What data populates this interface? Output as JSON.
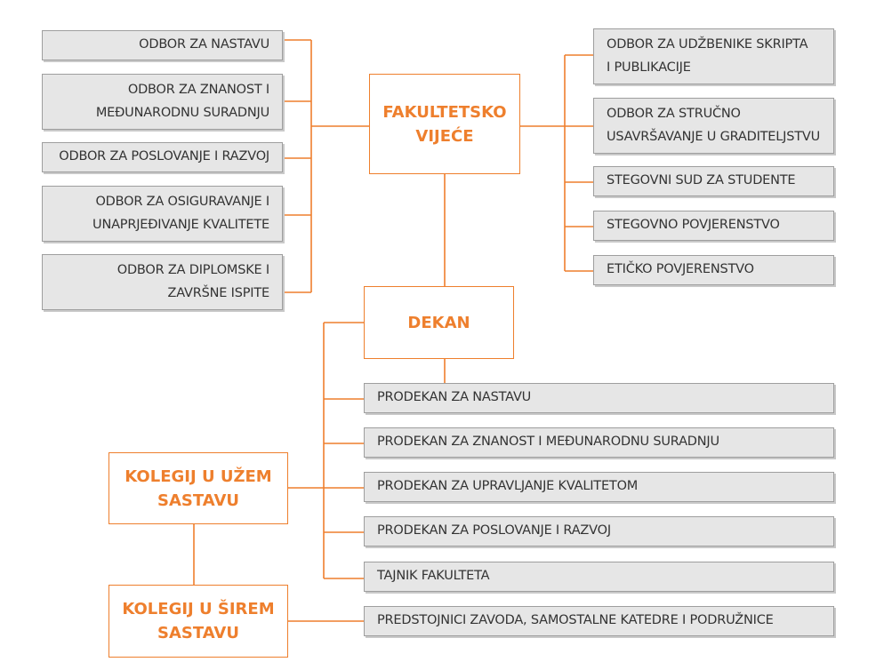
{
  "colors": {
    "accent": "#ee7f2d",
    "box_fill": "#e6e6e6",
    "box_border": "#9e9e9e",
    "text": "#333333"
  },
  "center": {
    "council": "FAKULTETSKO\nVIJEĆE",
    "dean": "DEKAN"
  },
  "left_committees": [
    "ODBOR ZA NASTAVU",
    "ODBOR ZA ZNANOST I\nMEĐUNARODNU SURADNJU",
    "ODBOR ZA POSLOVANJE I RAZVOJ",
    "ODBOR ZA OSIGURAVANJE I\nUNAPRJEĐIVANJE KVALITETE",
    "ODBOR ZA DIPLOMSKE I\nZAVRŠNE ISPITE"
  ],
  "right_committees": [
    "ODBOR ZA UDŽBENIKE SKRIPTA\nI PUBLIKACIJE",
    "ODBOR ZA STRUČNO\nUSAVRŠAVANJE U GRADITELJSTVU",
    "STEGOVNI SUD ZA STUDENTE",
    "STEGOVNO POVJERENSTVO",
    "ETIČKO POVJERENSTVO"
  ],
  "dean_units": [
    "PRODEKAN ZA NASTAVU",
    "PRODEKAN ZA ZNANOST I MEĐUNARODNU SURADNJU",
    "PRODEKAN ZA UPRAVLJANJE KVALITETOM",
    "PRODEKAN ZA POSLOVANJE I RAZVOJ",
    "TAJNIK FAKULTETA"
  ],
  "heads": "PREDSTOJNICI ZAVODA, SAMOSTALNE KATEDRE I PODRUŽNICE",
  "colleges": {
    "narrow": "KOLEGIJ U UŽEM\nSASTAVU",
    "wide": "KOLEGIJ U ŠIREM\nSASTAVU"
  }
}
